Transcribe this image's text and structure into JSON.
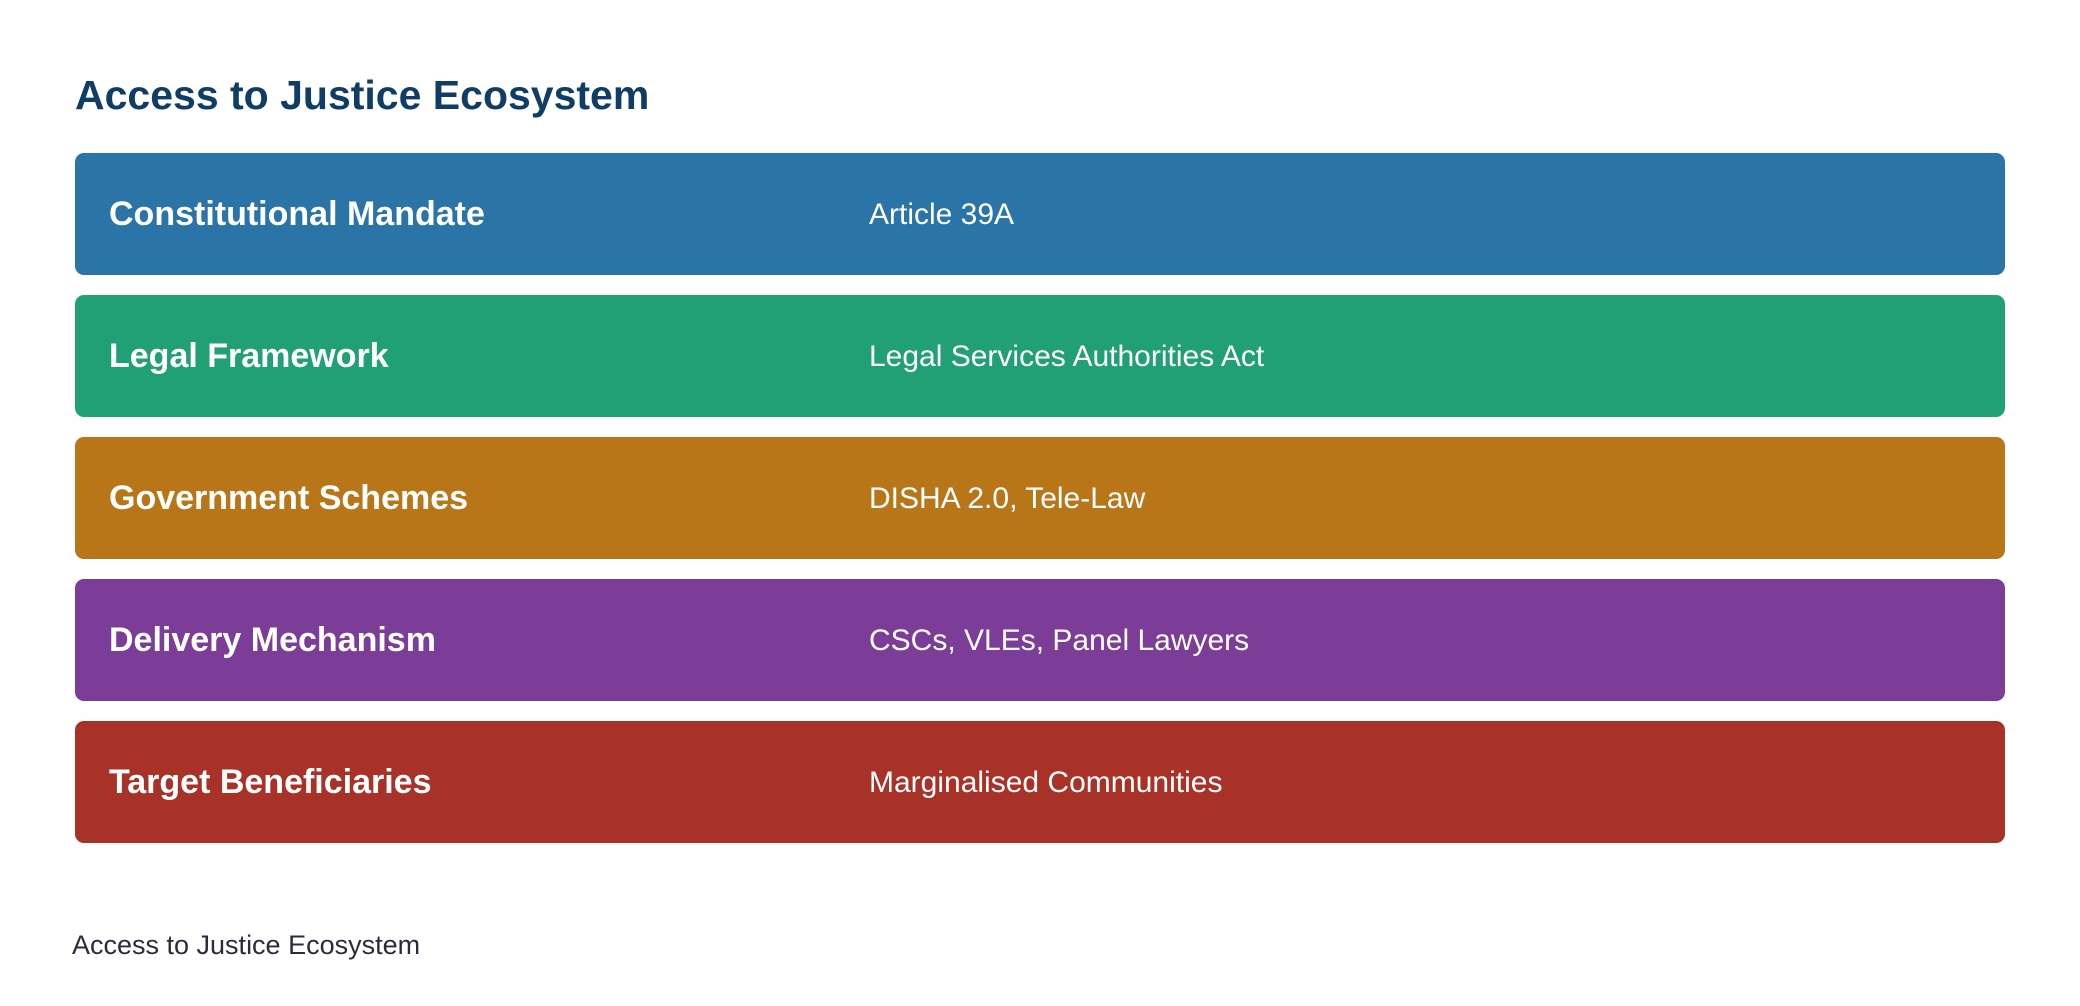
{
  "title": "Access to Justice Ecosystem",
  "rows": [
    {
      "label": "Constitutional Mandate",
      "value": "Article 39A",
      "color": "#2a74a8"
    },
    {
      "label": "Legal Framework",
      "value": "Legal Services Authorities Act",
      "color": "#21a075"
    },
    {
      "label": "Government Schemes",
      "value": "DISHA 2.0, Tele-Law",
      "color": "#b97619"
    },
    {
      "label": "Delivery Mechanism",
      "value": "CSCs, VLEs, Panel Lawyers",
      "color": "#7c3d98"
    },
    {
      "label": "Target Beneficiaries",
      "value": "Marginalised Communities",
      "color": "#a83228"
    }
  ],
  "caption": "Access to Justice Ecosystem"
}
